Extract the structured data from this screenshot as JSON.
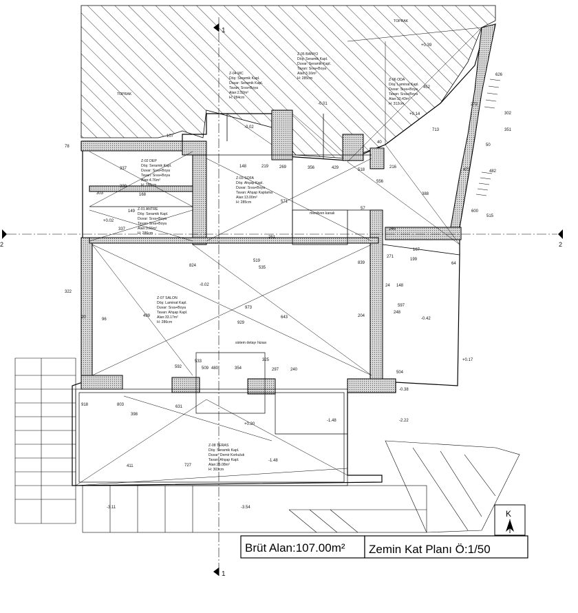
{
  "title_block": {
    "gross_area": "Brüt Alan:107.00m²",
    "plan_title": "Zemin Kat Planı Ö:1/50"
  },
  "north_arrow": {
    "letter": "K",
    "icon": "north-arrow-icon"
  },
  "section_markers": {
    "top": "1",
    "bottom": "1",
    "left": "2",
    "right": "2"
  },
  "ground_labels": [
    "TOPRAK",
    "TOPRAK"
  ],
  "notes": {
    "stair": "merdiven kanalı",
    "system_detail": "sistem detayı hizası"
  },
  "rooms": [
    {
      "id": "z05",
      "lines": [
        "Z-05 BANYO",
        "Döş: Seramik Kapl.",
        "Duvar: Seramik Kapl.",
        "Tavan: Sıva+Boya",
        "Alan:3.16m²",
        "H: 285cm"
      ]
    },
    {
      "id": "z04",
      "lines": [
        "Z-04 WC",
        "Döş: Seramik Kapl.",
        "Duvar: Seramik Kapl.",
        "Tavan: Sıva+Boya",
        "Alan:2.52m²",
        "H: 284cm"
      ]
    },
    {
      "id": "z06",
      "lines": [
        "Z-06 ODA",
        "Döş: Laminat Kapl.",
        "Duvar: Sıva+Boya",
        "Tavan: Sıva+Boya",
        "Alan:10.43m²",
        "H: 312cm"
      ]
    },
    {
      "id": "z02",
      "lines": [
        "Z-02 DEP",
        "Döş: Seramik Kapl.",
        "Duvar: Sıva+Boya",
        "Tavan: Sıva+Boya",
        "Alan:4.76m²",
        "H: 286cm"
      ]
    },
    {
      "id": "z03",
      "lines": [
        "Z-03 SOFA",
        "Döş: Ahşap Kapl.",
        "Duvar: Sıva+Boya",
        "Tavan: Ahşap Kaplama",
        "Alan:13.00m²",
        "H: 285cm"
      ]
    },
    {
      "id": "z01",
      "lines": [
        "Z-01 ANTRE",
        "Döş: Seramik Kapl.",
        "Duvar: Sıva+Boya",
        "Tavan: Sıva+Boya",
        "Alan:3.66m²",
        "H: 286cm"
      ]
    },
    {
      "id": "z07",
      "lines": [
        "Z-07 SALON",
        "Döş: Laminat Kapl.",
        "Duvar: Sıva+Boya",
        "Tavan: Ahşap Kapl.",
        "Alan:33.17m²",
        "H: 286cm"
      ]
    },
    {
      "id": "z08",
      "lines": [
        "Z-08 TERAS",
        "Döş: Seramik Kapl.",
        "Duvar: Demir Korkuluk",
        "Tavan: Ahşap Kapl.",
        "Alan:26.08m²",
        "H: 303cm"
      ]
    }
  ],
  "levels": [
    "+0.39",
    "-0.01",
    "-0.02",
    "+0.14",
    "+0.02",
    "-0.42",
    "+0.17",
    "-0.38",
    "-1.48",
    "-2.22",
    "-1.48",
    "+0.20",
    "-3.11",
    "-3.54",
    "-0.02"
  ],
  "dimensions": [
    "107",
    "337",
    "330",
    "303",
    "168",
    "149",
    "337",
    "571",
    "973",
    "929",
    "643",
    "499",
    "251",
    "519",
    "535",
    "824",
    "839",
    "271",
    "398",
    "803",
    "918",
    "631",
    "592",
    "533",
    "509",
    "480",
    "354",
    "325",
    "297",
    "240",
    "727",
    "411",
    "452",
    "713",
    "388",
    "245",
    "216",
    "518",
    "556",
    "148",
    "269",
    "219",
    "356",
    "429",
    "626",
    "272",
    "302",
    "351",
    "50",
    "473",
    "482",
    "600",
    "515",
    "199",
    "64",
    "167",
    "57",
    "78",
    "40",
    "20",
    "24",
    "148",
    "597",
    "504",
    "204",
    "248",
    "322",
    "96"
  ]
}
